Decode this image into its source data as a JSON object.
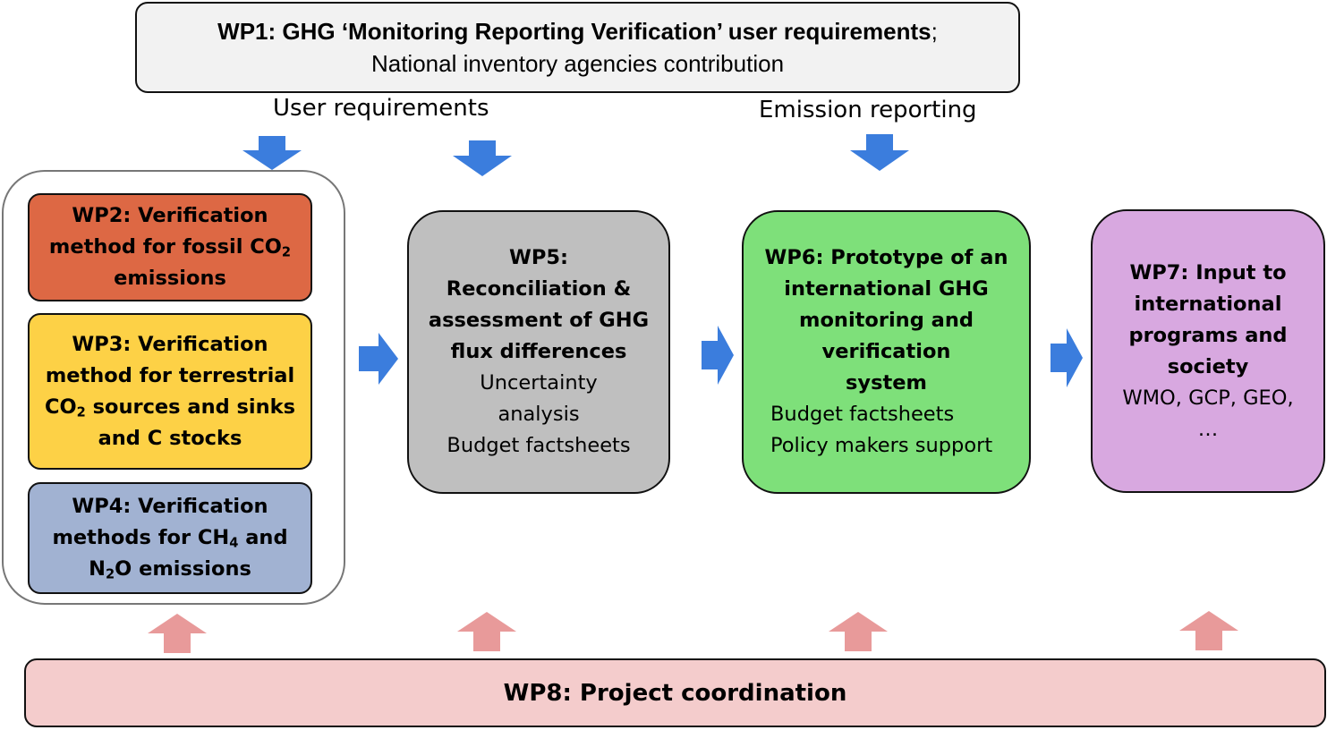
{
  "wp1": {
    "title": "WP1: GHG ‘Monitoring Reporting Verification’ user requirements",
    "title_suffix": ";",
    "subtitle": "National inventory agencies contribution"
  },
  "labels": {
    "user_requirements": "User requirements",
    "emission_reporting": "Emission reporting"
  },
  "wp2": {
    "line1": "WP2: Verification",
    "line2_pre": "method for fossil CO",
    "line2_sub": "2",
    "line3": "emissions"
  },
  "wp3": {
    "line1": "WP3: Verification",
    "line2": "method for terrestrial",
    "line3_pre": "CO",
    "line3_sub": "2",
    "line3_post": " sources and sinks",
    "line4": "and C stocks"
  },
  "wp4": {
    "line1": "WP4: Verification",
    "line2_pre": "methods for CH",
    "line2_sub": "4",
    "line2_post": " and",
    "line3_pre": "N",
    "line3_sub": "2",
    "line3_post": "O emissions"
  },
  "wp5": {
    "title_lines": [
      "WP5:",
      "Reconciliation &",
      "assessment of GHG",
      "flux differences"
    ],
    "detail_lines": [
      "Uncertainty",
      "analysis",
      "Budget factsheets"
    ]
  },
  "wp6": {
    "title_lines": [
      "WP6: Prototype of an",
      "international GHG",
      "monitoring and",
      "verification",
      "system"
    ],
    "detail_lines": [
      "Budget factsheets",
      "Policy makers support"
    ]
  },
  "wp7": {
    "title_lines": [
      "WP7: Input to",
      "international",
      "programs and",
      "society"
    ],
    "detail_lines": [
      "WMO, GCP, GEO,",
      "…"
    ]
  },
  "wp8": {
    "title": "WP8: Project coordination"
  },
  "colors": {
    "wp1": "#f2f2f2",
    "wp2": "#dd6844",
    "wp3": "#fdd146",
    "wp4": "#a1b2d2",
    "wp5": "#bfbfbf",
    "wp6": "#7ee07a",
    "wp7": "#d8a8e0",
    "wp8": "#f4cccc",
    "blue_arrow": "#3b7ddd",
    "pink_arrow": "#e89a9a"
  }
}
